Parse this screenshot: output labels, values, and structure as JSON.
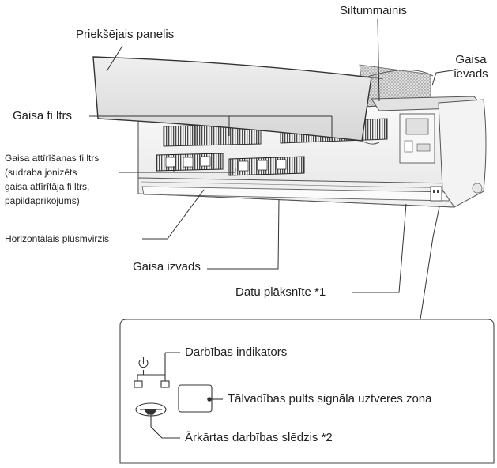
{
  "labels": {
    "front_panel": "Priekšējais panelis",
    "heat_exchanger": "Siltummainis",
    "air_inlet_line1": "Gaisa",
    "air_inlet_line2": "ievads",
    "air_filter": "Gaisa fi ltrs",
    "purifying_filter_line1": "Gaisa attīrīšanas fi ltrs",
    "purifying_filter_line2": "(sudraba jonizēts",
    "purifying_filter_line3": "gaisa attīrītāja fi ltrs,",
    "purifying_filter_line4": "papildaprīkojums)",
    "horizontal_louver": "Horizontālais plūsmvirzis",
    "air_outlet": "Gaisa izvads",
    "data_plate": "Datu plāksnīte *1",
    "operation_indicator": "Darbības indikators",
    "remote_receiver": "Tālvadības pults signāla uztveres zona",
    "emergency_switch": "Ārkārtas darbības slēdzis *2"
  },
  "icons": {
    "power": "power-icon"
  }
}
